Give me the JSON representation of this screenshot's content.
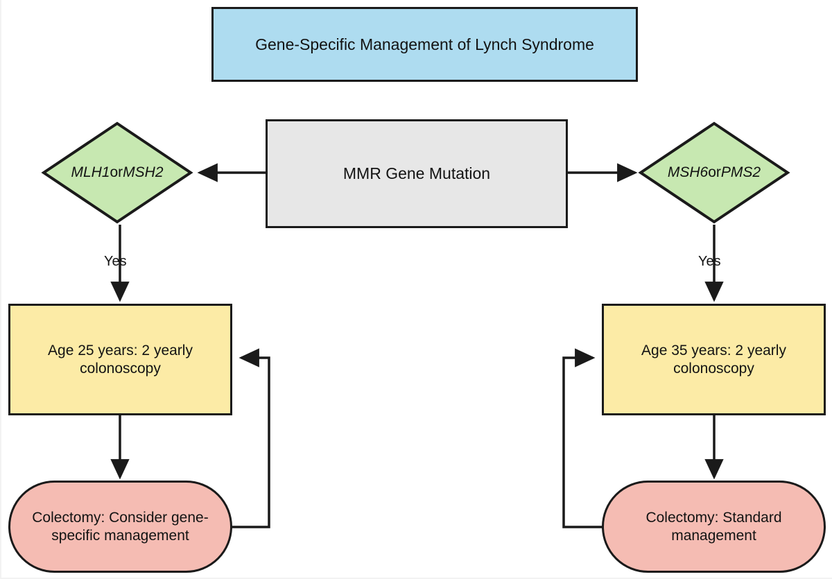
{
  "diagram": {
    "type": "flowchart",
    "title_box": {
      "label": "Gene-Specific Management of Lynch Syndrome",
      "fill": "#aedcf0",
      "shape": "rectangle"
    },
    "nodes": {
      "mmr": {
        "label": "MMR Gene Mutation",
        "fill": "#e7e7e7",
        "shape": "rectangle"
      },
      "decision_left": {
        "gene_a": "MLH1",
        "conjunction": " or ",
        "gene_b": "MSH2",
        "fill": "#c7e8b1",
        "shape": "diamond"
      },
      "decision_right": {
        "gene_a": "MSH6",
        "conjunction": " or ",
        "gene_b": "PMS2",
        "fill": "#c7e8b1",
        "shape": "diamond"
      },
      "surveillance_left": {
        "label": "Age 25 years: 2 yearly colonoscopy",
        "fill": "#fceba6",
        "shape": "rectangle"
      },
      "surveillance_right": {
        "label": "Age 35 years: 2 yearly colonoscopy",
        "fill": "#fceba6",
        "shape": "rectangle"
      },
      "terminator_left": {
        "label": "Colectomy: Consider gene-specific management",
        "fill": "#f5bcb3",
        "shape": "stadium"
      },
      "terminator_right": {
        "label": "Colectomy: Standard management",
        "fill": "#f5bcb3",
        "shape": "stadium"
      }
    },
    "edges": [
      {
        "from": "mmr",
        "to": "decision_left",
        "label": "",
        "direction": "left"
      },
      {
        "from": "mmr",
        "to": "decision_right",
        "label": "",
        "direction": "right"
      },
      {
        "from": "decision_left",
        "to": "surveillance_left",
        "label": "Yes",
        "direction": "down"
      },
      {
        "from": "decision_right",
        "to": "surveillance_right",
        "label": "Yes",
        "direction": "down"
      },
      {
        "from": "surveillance_left",
        "to": "terminator_left",
        "label": "",
        "direction": "down"
      },
      {
        "from": "surveillance_right",
        "to": "terminator_right",
        "label": "",
        "direction": "down"
      },
      {
        "from": "terminator_left",
        "to": "surveillance_left",
        "label": "",
        "direction": "loop-right"
      },
      {
        "from": "terminator_right",
        "to": "surveillance_right",
        "label": "",
        "direction": "loop-left"
      }
    ],
    "edge_labels": {
      "yes_left": "Yes",
      "yes_right": "Yes"
    },
    "colors": {
      "stroke": "#1a1a1a",
      "text": "#131313",
      "background": "#ffffff"
    }
  }
}
